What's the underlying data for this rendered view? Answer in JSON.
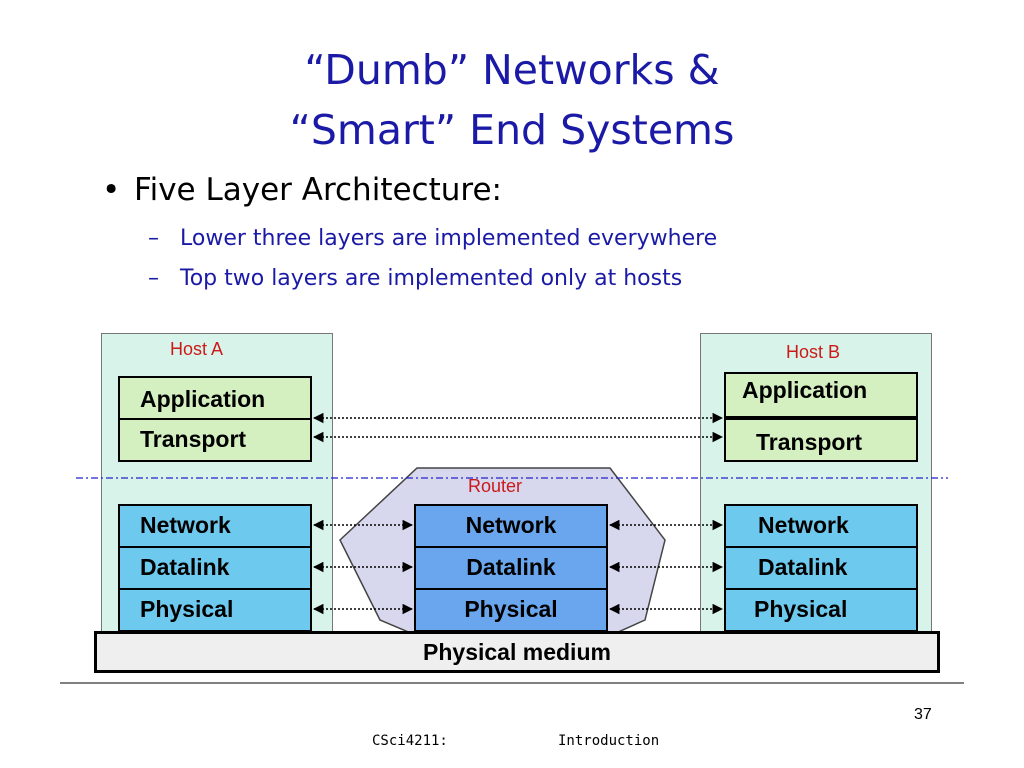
{
  "title": {
    "line1": "“Dumb” Networks &",
    "line2": "“Smart” End Systems"
  },
  "bullets": {
    "main": "Five Layer Architecture:",
    "sub1": "Lower three layers are implemented everywhere",
    "sub2": "Top two layers are implemented only at hosts"
  },
  "host_a": {
    "label": "Host A",
    "layers": [
      "Application",
      "Transport",
      "Network",
      "Datalink",
      "Physical"
    ]
  },
  "host_b": {
    "label": "Host B",
    "layers": [
      "Application",
      "Transport",
      "Network",
      "Datalink",
      "Physical"
    ]
  },
  "router": {
    "label": "Router",
    "layers": [
      "Network",
      "Datalink",
      "Physical"
    ]
  },
  "medium": "Physical medium",
  "colors": {
    "title": "#1a1aa6",
    "host_panel": "#d8f4ea",
    "upper_layer": "#d5f0c0",
    "lower_layer": "#6ec9ee",
    "router_layer": "#6aa6ee",
    "router_shape": "#d7d7ee",
    "label_red": "#cc1a1a",
    "divider_line": "#2222cc"
  },
  "footer": {
    "course": "CSci4211:",
    "topic": "Introduction",
    "page": "37"
  }
}
